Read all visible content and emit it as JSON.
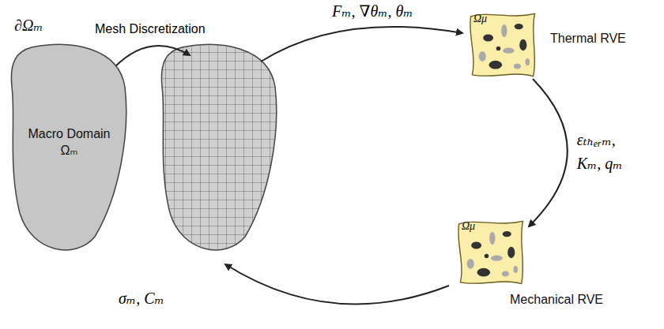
{
  "diagram": {
    "nodes": [
      {
        "text": [
          "∂Ωₘ",
          "Macro Domain Ωₘ"
        ]
      },
      {
        "text": [
          "Ωμ",
          "Thermal RVE"
        ]
      },
      {
        "text": [
          "Ωμ",
          "Mechanical RVE"
        ]
      }
    ],
    "edges": [
      {
        "from": 1,
        "to": 2,
        "arrow": "to",
        "label": "εₜₕₑᵣₘ, Kₘ, qₘ"
      }
    ],
    "labels": [
      "Mesh Discretization",
      "Fₘ, ∇θₘ, θₘ",
      "σₘ, Cₘ"
    ]
  }
}
